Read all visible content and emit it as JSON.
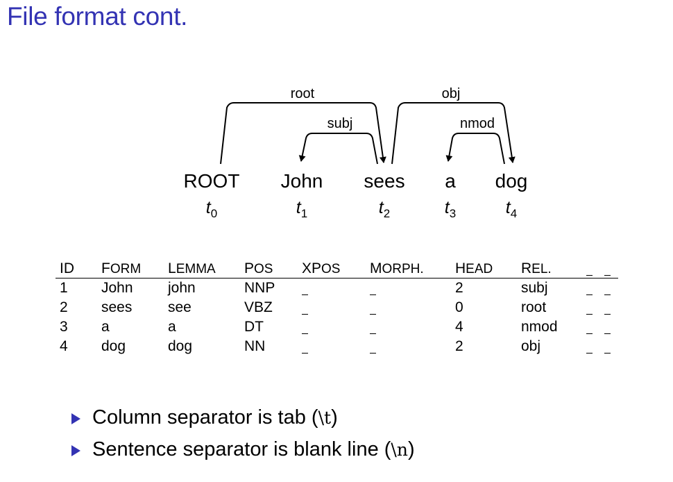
{
  "title": "File format cont.",
  "diagram": {
    "tokens": [
      {
        "form": "ROOT",
        "t": "t",
        "sub": "0"
      },
      {
        "form": "John",
        "t": "t",
        "sub": "1"
      },
      {
        "form": "sees",
        "t": "t",
        "sub": "2"
      },
      {
        "form": "a",
        "t": "t",
        "sub": "3"
      },
      {
        "form": "dog",
        "t": "t",
        "sub": "4"
      }
    ],
    "arcs": [
      {
        "label": "root",
        "from": 0,
        "to": 2
      },
      {
        "label": "subj",
        "from": 2,
        "to": 1
      },
      {
        "label": "obj",
        "from": 2,
        "to": 4
      },
      {
        "label": "nmod",
        "from": 4,
        "to": 3
      }
    ]
  },
  "table": {
    "headers": {
      "id": "ID",
      "form_first": "F",
      "form_rest": "ORM",
      "lemma_first": "L",
      "lemma_rest": "EMMA",
      "pos_first": "P",
      "pos_rest": "OS",
      "xpos_first": "XP",
      "xpos_rest": "OS",
      "morph_first": "M",
      "morph_rest": "ORPH.",
      "head_first": "H",
      "head_rest": "EAD",
      "rel_first": "R",
      "rel_rest": "EL."
    },
    "rows": [
      {
        "id": "1",
        "form": "John",
        "lemma": "john",
        "pos": "NNP",
        "head": "2",
        "rel": "subj"
      },
      {
        "id": "2",
        "form": "sees",
        "lemma": "see",
        "pos": "VBZ",
        "head": "0",
        "rel": "root"
      },
      {
        "id": "3",
        "form": "a",
        "lemma": "a",
        "pos": "DT",
        "head": "4",
        "rel": "nmod"
      },
      {
        "id": "4",
        "form": "dog",
        "lemma": "dog",
        "pos": "NN",
        "head": "2",
        "rel": "obj"
      }
    ]
  },
  "bullets": [
    {
      "text": "Column separator is tab (",
      "code": "\\t",
      "close": ")"
    },
    {
      "text": "Sentence separator is blank line (",
      "code": "\\n",
      "close": ")"
    }
  ],
  "colors": {
    "accent": "#3333b3",
    "text": "#000000"
  }
}
